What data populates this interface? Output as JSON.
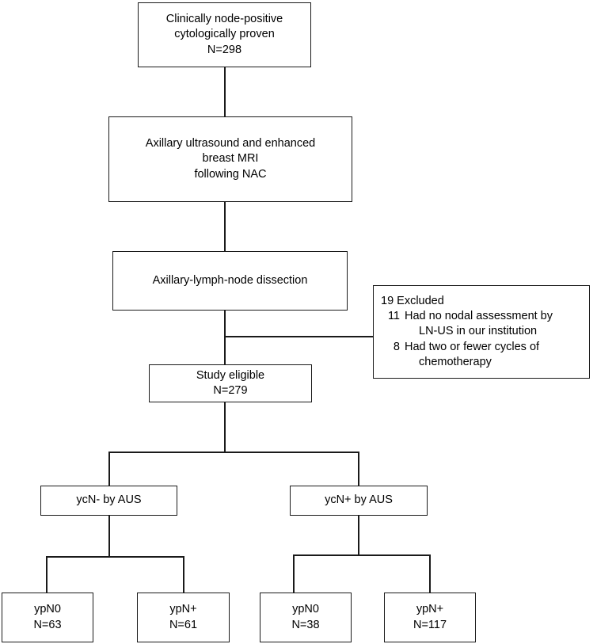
{
  "figure": {
    "type": "flowchart",
    "orientation": "top-down",
    "line_color": "#1a1a1a",
    "background": "#ffffff"
  },
  "nodes": {
    "cohort": {
      "lines": [
        "Clinically node-positive",
        "cytologically proven",
        "N=298"
      ]
    },
    "imaging": {
      "lines": [
        "Axillary ultrasound and enhanced",
        "breast MRI",
        "following NAC"
      ]
    },
    "alnd": {
      "lines": [
        "Axillary-lymph-node dissection"
      ]
    },
    "excluded": {
      "heading": "19 Excluded",
      "items": [
        {
          "count": "11",
          "text": "Had no nodal assessment by",
          "continuation": "LN-US in our institution"
        },
        {
          "count": "8",
          "text": "Had two or fewer cycles of",
          "continuation": "chemotherapy"
        }
      ]
    },
    "eligible": {
      "lines": [
        "Study eligible",
        "N=279"
      ]
    },
    "ycn_neg": {
      "lines": [
        "ycN- by AUS"
      ]
    },
    "ycn_pos": {
      "lines": [
        "ycN+ by AUS"
      ]
    },
    "ypn0_left": {
      "lines": [
        "ypN0",
        "N=63"
      ]
    },
    "ypnplus_left": {
      "lines": [
        "ypN+",
        "N=61"
      ]
    },
    "ypn0_right": {
      "lines": [
        "ypN0",
        "N=38"
      ]
    },
    "ypnplus_right": {
      "lines": [
        "ypN+",
        "N=117"
      ]
    }
  },
  "chart_data": {
    "type": "flow",
    "title": "",
    "counts": {
      "screened": 298,
      "excluded_total": 19,
      "excluded_no_nodal_assessment": 11,
      "excluded_few_chemo_cycles": 8,
      "eligible": 279,
      "ycN_negative_ypN0": 63,
      "ycN_negative_ypN_positive": 61,
      "ycN_positive_ypN0": 38,
      "ycN_positive_ypN_positive": 117
    }
  }
}
